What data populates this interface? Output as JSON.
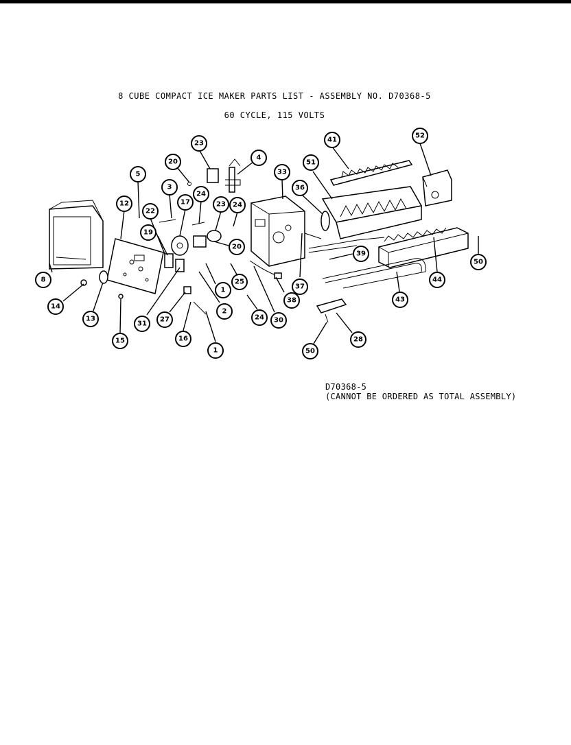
{
  "header": {
    "title": "8 CUBE COMPACT ICE MAKER PARTS LIST - ASSEMBLY NO. D70368-5",
    "subtitle": "60 CYCLE, 115 VOLTS"
  },
  "footer": {
    "assembly_no": "D70368-5",
    "note": "(CANNOT BE ORDERED AS TOTAL ASSEMBLY)"
  },
  "callouts": [
    {
      "id": "c-23a",
      "label": "23"
    },
    {
      "id": "c-20a",
      "label": "20"
    },
    {
      "id": "c-4",
      "label": "4"
    },
    {
      "id": "c-5",
      "label": "5"
    },
    {
      "id": "c-3",
      "label": "3"
    },
    {
      "id": "c-24a",
      "label": "24"
    },
    {
      "id": "c-17",
      "label": "17"
    },
    {
      "id": "c-12",
      "label": "12"
    },
    {
      "id": "c-22",
      "label": "22"
    },
    {
      "id": "c-23b",
      "label": "23"
    },
    {
      "id": "c-24b",
      "label": "24"
    },
    {
      "id": "c-33",
      "label": "33"
    },
    {
      "id": "c-41",
      "label": "41"
    },
    {
      "id": "c-51",
      "label": "51"
    },
    {
      "id": "c-36",
      "label": "36"
    },
    {
      "id": "c-52",
      "label": "52"
    },
    {
      "id": "c-19",
      "label": "19"
    },
    {
      "id": "c-20b",
      "label": "20"
    },
    {
      "id": "c-39",
      "label": "39"
    },
    {
      "id": "c-8",
      "label": "8"
    },
    {
      "id": "c-1a",
      "label": "1"
    },
    {
      "id": "c-25",
      "label": "25"
    },
    {
      "id": "c-37",
      "label": "37"
    },
    {
      "id": "c-44",
      "label": "44"
    },
    {
      "id": "c-50a",
      "label": "50"
    },
    {
      "id": "c-14",
      "label": "14"
    },
    {
      "id": "c-13",
      "label": "13"
    },
    {
      "id": "c-31",
      "label": "31"
    },
    {
      "id": "c-2",
      "label": "2"
    },
    {
      "id": "c-38",
      "label": "38"
    },
    {
      "id": "c-43",
      "label": "43"
    },
    {
      "id": "c-27",
      "label": "27"
    },
    {
      "id": "c-24c",
      "label": "24"
    },
    {
      "id": "c-30",
      "label": "30"
    },
    {
      "id": "c-15",
      "label": "15"
    },
    {
      "id": "c-16",
      "label": "16"
    },
    {
      "id": "c-28",
      "label": "28"
    },
    {
      "id": "c-1b",
      "label": "1"
    },
    {
      "id": "c-50b",
      "label": "50"
    }
  ]
}
